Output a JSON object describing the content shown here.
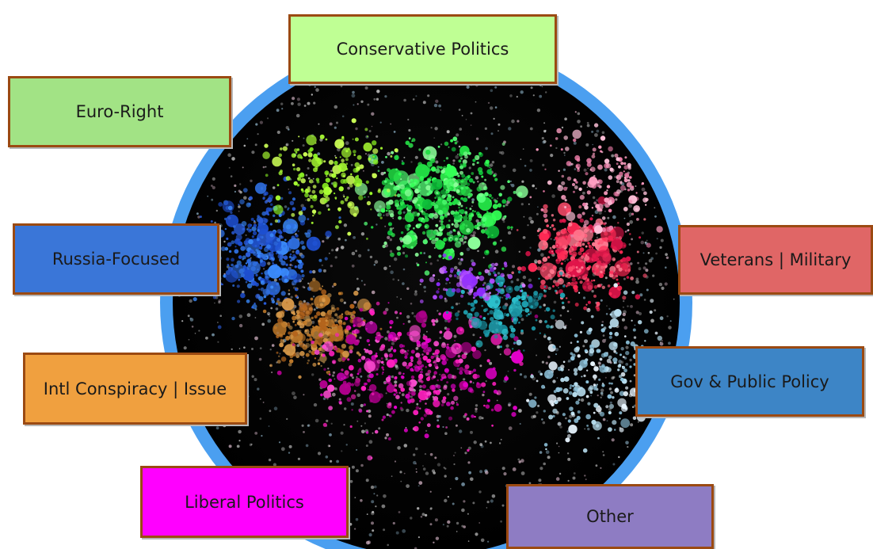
{
  "clusters": [
    {
      "id": "conservative",
      "label": "Conservative Politics",
      "color": "#bfff94"
    },
    {
      "id": "euro-right",
      "label": "Euro-Right",
      "color": "#a2e385"
    },
    {
      "id": "russia",
      "label": "Russia-Focused",
      "color": "#3a76d8"
    },
    {
      "id": "veterans",
      "label": "Veterans | Military",
      "color": "#e06666"
    },
    {
      "id": "conspiracy",
      "label": "Intl Conspiracy | Issue",
      "color": "#f0a03f"
    },
    {
      "id": "gov",
      "label": "Gov & Public Policy",
      "color": "#3d85c6"
    },
    {
      "id": "liberal",
      "label": "Liberal Politics",
      "color": "#ff00ff"
    },
    {
      "id": "other",
      "label": "Other",
      "color": "#8e7cc3"
    }
  ],
  "colors": {
    "ring": "#4b9ff0",
    "background": "#000000",
    "box_border": "#9b4a12"
  }
}
